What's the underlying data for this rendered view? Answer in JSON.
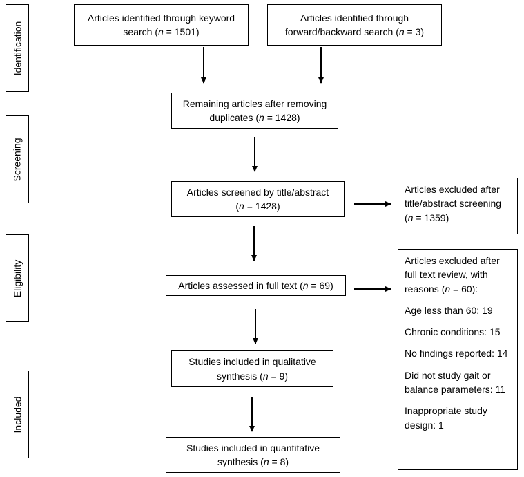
{
  "phases": {
    "identification": "Identification",
    "screening": "Screening",
    "eligibility": "Eligibility",
    "included": "Included"
  },
  "boxes": {
    "keyword_search": {
      "line1": "Articles identified through keyword",
      "line2_prefix": "search (",
      "n_label": "n",
      "line2_suffix": " = 1501)"
    },
    "forward_backward": {
      "line1": "Articles identified through",
      "line2_prefix": "forward/backward search (",
      "n_label": "n",
      "line2_suffix": " = 3)"
    },
    "remaining": {
      "line1": "Remaining articles after removing",
      "line2_prefix": "duplicates (",
      "n_label": "n",
      "line2_suffix": " = 1428)"
    },
    "screened": {
      "line1": "Articles screened by title/abstract",
      "line2_prefix": "(",
      "n_label": "n",
      "line2_suffix": " = 1428)"
    },
    "excluded_screening": {
      "line1": "Articles excluded after",
      "line2": "title/abstract screening",
      "line3_prefix": "(",
      "n_label": "n",
      "line3_suffix": " = 1359)"
    },
    "full_text": {
      "prefix": "Articles assessed in full text (",
      "n_label": "n",
      "suffix": " = 69)"
    },
    "excluded_full_text": {
      "line1": "Articles excluded after",
      "line2": "full text review, with",
      "line3_prefix": "reasons (",
      "n_label": "n",
      "line3_suffix": " = 60):",
      "reasons": [
        "Age less than 60: 19",
        "Chronic conditions: 15",
        "No findings reported: 14",
        "Did not study gait or balance parameters: 11",
        "Inappropriate study design: 1"
      ]
    },
    "qualitative": {
      "line1": "Studies included in qualitative",
      "line2_prefix": "synthesis (",
      "n_label": "n",
      "line2_suffix": " = 9)"
    },
    "quantitative": {
      "line1": "Studies included in quantitative",
      "line2_prefix": "synthesis (",
      "n_label": "n",
      "line2_suffix": " = 8)"
    }
  }
}
